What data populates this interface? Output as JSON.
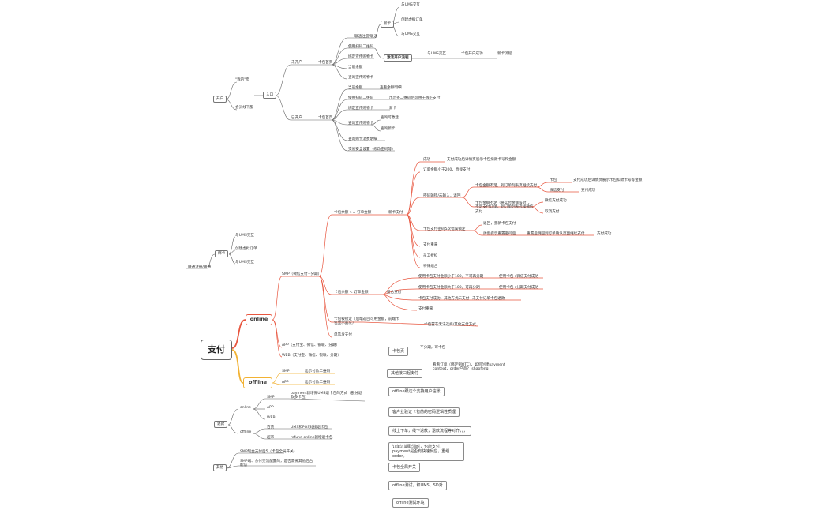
{
  "root": "支付",
  "online": "online",
  "offline": "offline",
  "top": {
    "kaihu": "开户",
    "wodefangbao": "\"我的\"页",
    "xinxiandaoxia": "会员线下服",
    "rukou": "入口",
    "weikaihu": "未开户",
    "yikaihu": "已开户",
    "kabaoshouye1": "卡包首页",
    "kabaoshouye2": "卡包首页",
    "shoufeizhucong": "联通注册/联通",
    "tongguo_a": "与UMS交互",
    "chuangjian_dd": "创建虚拟订单",
    "yu_ums": "与UMS交互",
    "fukuan": "新卡",
    "shiyong_saoma": "使用扫码二维码",
    "bangding_gouka": "绑定宣传购物卡",
    "dangqian_jk": "当前余额",
    "chaxun_gouka": "查询宣传购物卡",
    "jiankai_flow": "激活开户流程",
    "tongguo_ums": "与UMS交互",
    "kabao_kaihu_ok": "卡包开户成功",
    "xinka_liucheng": "新卡流程",
    "dq2": "当前余额",
    "chakan_mx": "查看余额明细",
    "shiyong2": "使用扫码二维码",
    "chuxian_erweima": "出示条二维码后可用于线下支付",
    "bangding2": "绑定宣传购物卡",
    "xinka2": "新卡",
    "chaxun2": "查询宣传购物卡",
    "chaxun_jh": "查询可激活",
    "chaxun_xk": "查询新卡",
    "chaxun_xiaofei": "查询购卡消费明细",
    "jiaoyi_anquan": "交易安全设置（修改密码等）"
  },
  "bangka": {
    "label": "绑卡",
    "left": "联通注册/联通",
    "a": "与UMS交互",
    "b": "创建虚拟订单",
    "c": "与UMS交互"
  },
  "smp": {
    "label": "SMP（微信支付+分期）",
    "kabao_zhifu": "卡包余额 >= 订单金额",
    "xinka_zhifu": "新卡支付",
    "chenggong": "成功",
    "chenggong_detail": "支付成功后详情页展示卡包扣款卡号和金额",
    "dingdan_xiaoyu": "订单金额小于200，直接支付",
    "mima_yanzheng": "密码输错/未输入，退回",
    "yue_buzu": "卡包金额不足，到订单列表页继续支付",
    "kabao_a": "卡包",
    "kabao_a_d": "支付成功后详情页展示卡包扣款卡号等金额",
    "weixin_a": "微信支付",
    "weixin_a_d": "支付成功",
    "yue_buzu2": "卡包金额不足（将实付金额核对），不足支付订单，到订单列表选择微信支付",
    "weixin_b": "微信支付成功",
    "quxiao_b": "取消支付",
    "shibai_chongzhi": "卡包支付密码5次错误锁定",
    "tuichu": "退回，重新卡包支付",
    "chongzhi_fangshi": "弹窗提示重置密码后",
    "chongzhi_d": "重置后跳回到订单确认页面继续支付",
    "zhifu_chenggong": "支付成功",
    "jiehuan": "支付重来",
    "yuangong": "员工折扣",
    "teshulv": "特殊组合",
    "kabao_xiaoyu": "卡包余额 < 订单金额",
    "zuhe_zhifu": "组合支付",
    "zuhe_a": "使用卡包支付金额小于100，不可再分期",
    "zuhe_a_d": "使用卡包+微信支付成功",
    "zuhe_b": "使用卡包支付金额大于100，可再分期",
    "zuhe_b_d": "使用卡包+分期支付成功",
    "zuhe_c": "卡包支付成功，其他方式未支付",
    "zuhe_c_d": "未支付订单卡包退款",
    "zuhe_d": "支付重来",
    "xiugai": "卡包被锁定（后端返回可用金额，前端卡包显示置灰）",
    "xiugai_d": "卡包置灰无法选择/其他支付方式",
    "danmian": "单笔发支付"
  },
  "app_line": "APP（支付宝、微信、银联、分期）",
  "web_line": "WEB（支付宝、微信、银联、分期）",
  "off": {
    "smp": "SMP",
    "smp_d": "出示付款二维码",
    "app": "APP",
    "app_d": "出示付款二维码"
  },
  "tuikuan": {
    "label": "退款",
    "online": "online",
    "smp": "SMP",
    "smp_d": "payment新增微UMS退卡包的方式（部分退款多卡包）",
    "app": "APP",
    "web": "WEB",
    "offline": "offline",
    "baihuo": "百货",
    "baihuo_d": "UMS和POS对接退卡包",
    "chaoshi": "超市",
    "chaoshi_d": "refund online新增退卡包"
  },
  "qita": {
    "label": "其他",
    "a": "SMP现金支付后5（卡包全局开关）",
    "b": "SMP端、余付交流配置的，是否需要其他后台能该"
  },
  "notes": {
    "kabaoye": "卡包页",
    "kabaoye_d": "不分期，可卡包",
    "qita_duijie": "其他接口起支付",
    "qita_duijie_d": "看看订单（绑定到OTC），如何创建payment context，order产品？ shaofeng",
    "offline_zhichi": "offline跟这个支持用户信账",
    "kehu_yanzheng": "客户业验证卡包前的密码逻辑性质理",
    "xianxia": "线上下单，线下退款，退款流程等对齐，，，",
    "dingdan": "订单过期取消时，也能支付，payment是否有快速反应，重组order。",
    "kabao_quanju": "卡包全局开关",
    "offline_ceshi": "offline测试，和UMS、SD对",
    "offline_huanjing": "offline测试环境"
  }
}
